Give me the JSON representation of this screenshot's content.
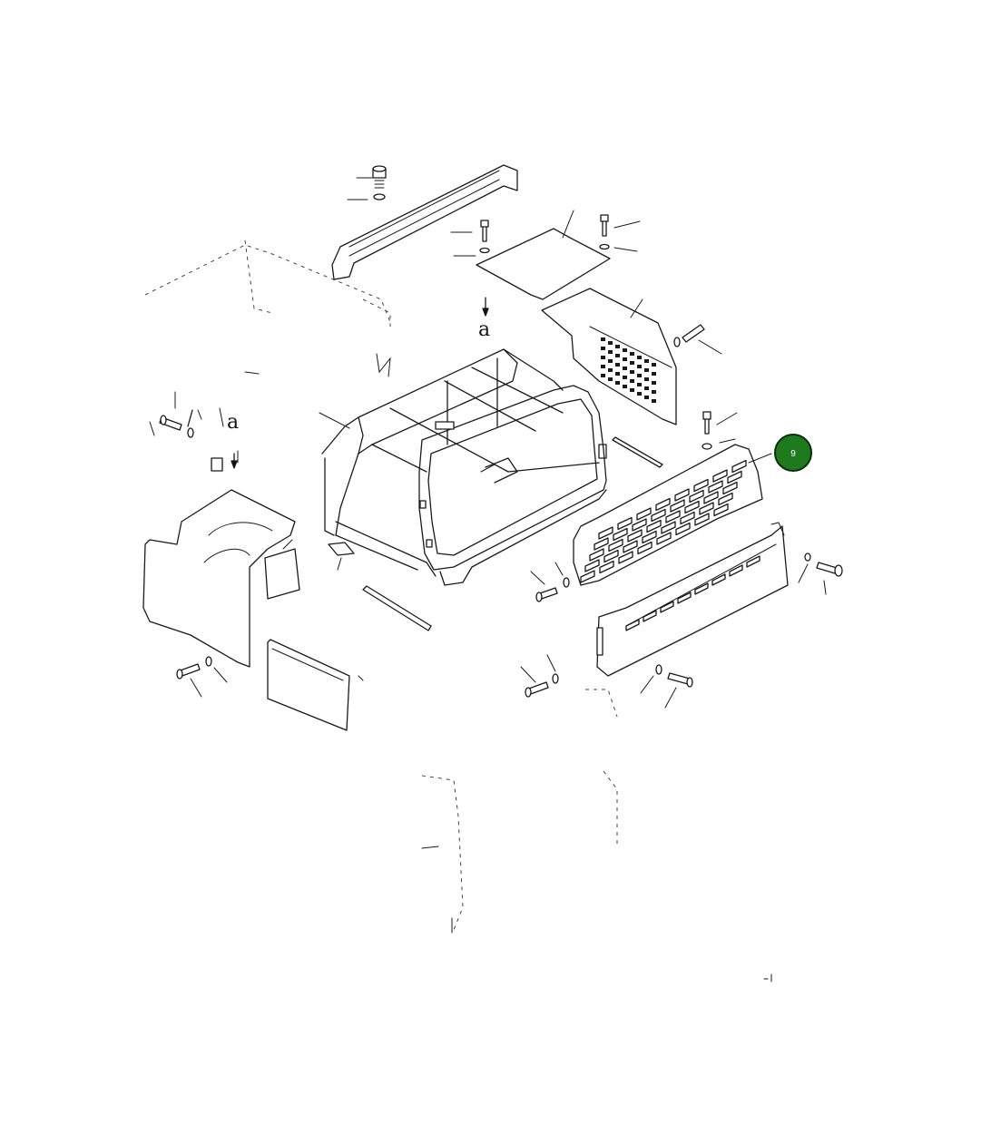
{
  "view_marks": [
    {
      "id": "view-a-top",
      "label": "a"
    },
    {
      "id": "view-a-left",
      "label": "a"
    }
  ],
  "callout": {
    "label": "9",
    "color": "#1f7a1f",
    "border": "#0b2e0b"
  }
}
